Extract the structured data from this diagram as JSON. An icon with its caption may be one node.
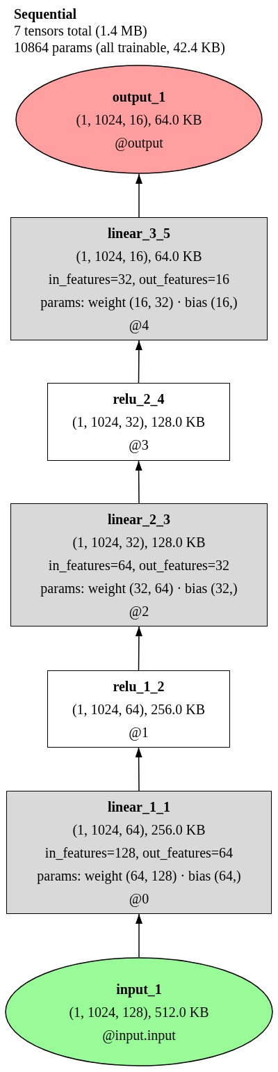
{
  "diagram": {
    "title": "Sequential",
    "nodes": [
      {
        "text": [
          "output_1",
          "(1, 1024, 16), 64.0 KB",
          "@output"
        ]
      },
      {
        "text": [
          "linear_3_5",
          "(1, 1024, 16), 64.0 KB",
          "in_features=32, out_features=16",
          "params: weight (16, 32) · bias (16,)",
          "@4"
        ]
      },
      {
        "text": [
          "relu_2_4",
          "(1, 1024, 32), 128.0 KB",
          "@3"
        ]
      },
      {
        "text": [
          "linear_2_3",
          "(1, 1024, 32), 128.0 KB",
          "in_features=64, out_features=32",
          "params: weight (32, 64) · bias (32,)",
          "@2"
        ]
      },
      {
        "text": [
          "relu_1_2",
          "(1, 1024, 64), 256.0 KB",
          "@1"
        ]
      },
      {
        "text": [
          "linear_1_1",
          "(1, 1024, 64), 256.0 KB",
          "in_features=128, out_features=64",
          "params: weight (64, 128) · bias (64,)",
          "@0"
        ]
      },
      {
        "text": [
          "input_1",
          "(1, 1024, 128), 512.0 KB",
          "@input.input"
        ]
      }
    ],
    "edges": [
      {
        "from": 6,
        "to": 5,
        "arrow": "to"
      },
      {
        "from": 5,
        "to": 4,
        "arrow": "to"
      },
      {
        "from": 4,
        "to": 3,
        "arrow": "to"
      },
      {
        "from": 3,
        "to": 2,
        "arrow": "to"
      },
      {
        "from": 2,
        "to": 1,
        "arrow": "to"
      },
      {
        "from": 1,
        "to": 0,
        "arrow": "to"
      }
    ],
    "labels": [
      "7 tensors total (1.4 MB)",
      "10864 params (all trainable, 42.4 KB)"
    ]
  }
}
